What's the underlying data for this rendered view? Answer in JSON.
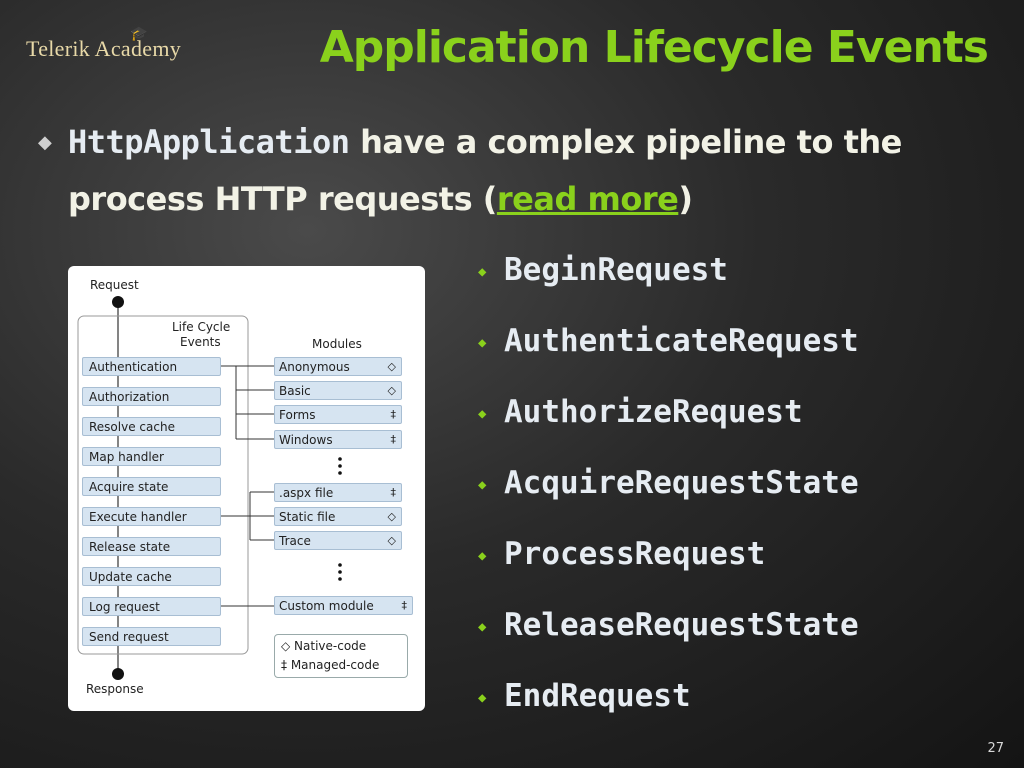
{
  "logo": {
    "text": "Telerik Academy"
  },
  "slide": {
    "title": "Application Lifecycle Events",
    "bullet": {
      "code": "HttpApplication",
      "text1": " have a complex pipeline to the process HTTP requests (",
      "link": "read more",
      "text2": ")"
    },
    "page_number": "27"
  },
  "diagram": {
    "request_label": "Request",
    "response_label": "Response",
    "lifecycle_label_1": "Life Cycle",
    "lifecycle_label_2": "Events",
    "modules_label": "Modules",
    "events": [
      "Authentication",
      "Authorization",
      "Resolve cache",
      "Map handler",
      "Acquire state",
      "Execute handler",
      "Release state",
      "Update cache",
      "Log request",
      "Send request"
    ],
    "modules": [
      {
        "name": "Anonymous",
        "symbol": "◇"
      },
      {
        "name": "Basic",
        "symbol": "◇"
      },
      {
        "name": "Forms",
        "symbol": "‡"
      },
      {
        "name": "Windows",
        "symbol": "‡"
      },
      {
        "name": ".aspx file",
        "symbol": "‡"
      },
      {
        "name": "Static file",
        "symbol": "◇"
      },
      {
        "name": "Trace",
        "symbol": "◇"
      },
      {
        "name": "Custom module",
        "symbol": "‡"
      }
    ],
    "legend": {
      "native": "◇ Native-code",
      "managed": "‡ Managed-code"
    }
  },
  "events_list": [
    "BeginRequest",
    "AuthenticateRequest",
    "AuthorizeRequest",
    "AcquireRequestState",
    "ProcessRequest",
    "ReleaseRequestState",
    "EndRequest"
  ],
  "colors": {
    "accent": "#8ad11c",
    "text": "#f2f2e6",
    "box_fill": "#d6e4f1"
  }
}
